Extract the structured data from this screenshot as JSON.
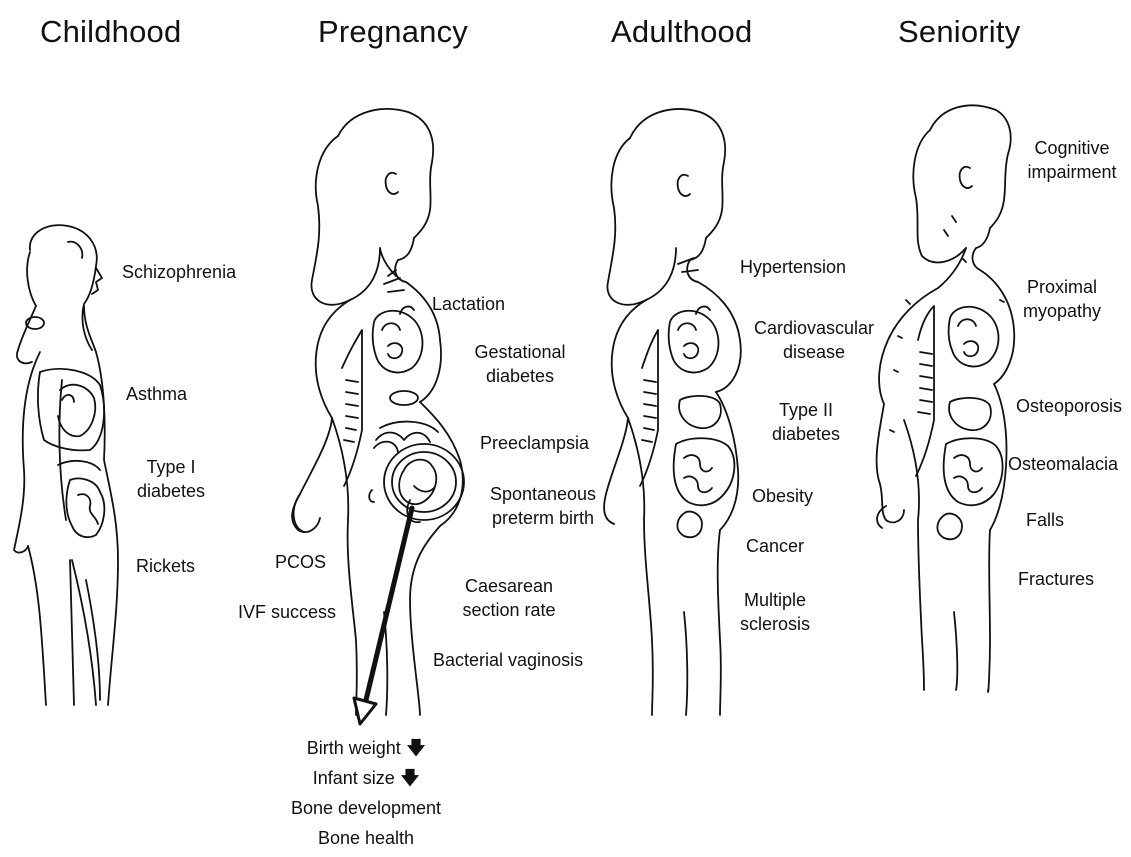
{
  "stages": [
    {
      "title": "Childhood",
      "conditions": [
        "Schizophrenia",
        "Asthma",
        "Type I\ndiabetes",
        "Rickets"
      ]
    },
    {
      "title": "Pregnancy",
      "conditions": [
        "Lactation",
        "Gestational\ndiabetes",
        "Preeclampsia",
        "Spontaneous\npreterm birth",
        "PCOS",
        "IVF success",
        "Caesarean\nsection rate",
        "Bacterial vaginosis"
      ],
      "offspring_outcomes": [
        "Birth weight",
        "Infant size",
        "Bone development",
        "Bone health"
      ],
      "down_arrow_glyph": "🡇"
    },
    {
      "title": "Adulthood",
      "conditions": [
        "Hypertension",
        "Cardiovascular\ndisease",
        "Type II\ndiabetes",
        "Obesity",
        "Cancer",
        "Multiple\nsclerosis"
      ]
    },
    {
      "title": "Seniority",
      "conditions": [
        "Cognitive\nimpairment",
        "Proximal\nmyopathy",
        "Osteoporosis",
        "Osteomalacia",
        "Falls",
        "Fractures"
      ]
    }
  ],
  "figure_icons": [
    "child-figure-icon",
    "pregnant-woman-figure-icon",
    "adult-woman-figure-icon",
    "senior-woman-figure-icon"
  ]
}
